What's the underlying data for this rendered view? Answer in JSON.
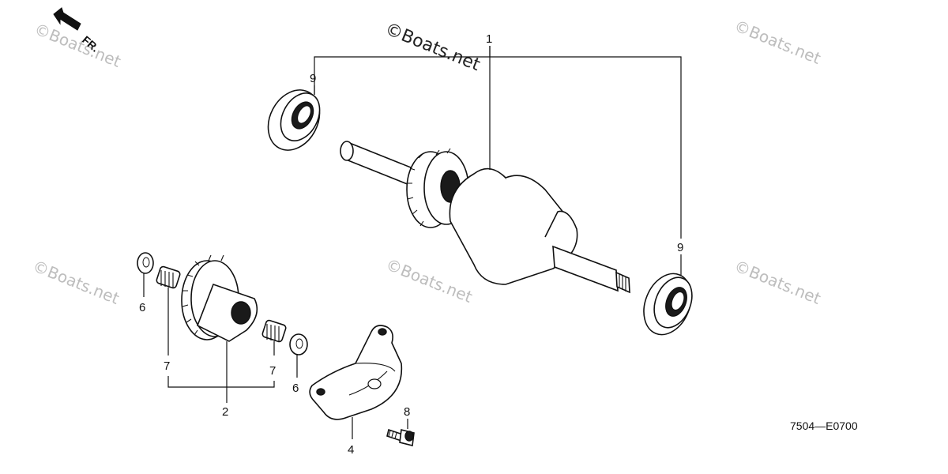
{
  "diagram": {
    "reference_code": "7504—E0700",
    "direction_label": "FR.",
    "watermark": "©Boats.net",
    "callouts": {
      "crankshaft": "1",
      "balancer": "2",
      "cover": "4",
      "washer_left": "6",
      "washer_right": "6",
      "bearing_needle_left": "7",
      "bearing_needle_right": "7",
      "bolt": "8",
      "bearing_ball_top": "9",
      "bearing_ball_right": "9"
    }
  }
}
